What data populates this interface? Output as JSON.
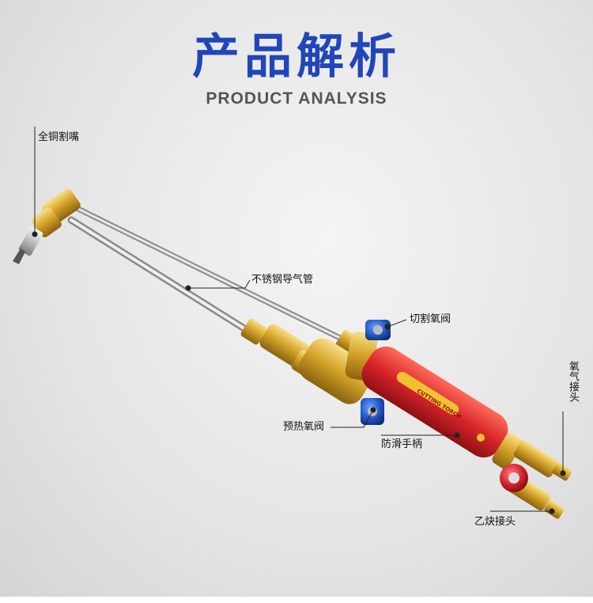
{
  "header": {
    "title": "产品解析",
    "subtitle": "PRODUCT ANALYSIS"
  },
  "callouts": {
    "nozzle": "全铜割嘴",
    "tube": "不锈钢导气管",
    "cut_valve": "切割氧阀",
    "preheat_valve": "预热氧阀",
    "handle": "防滑手柄",
    "oxygen_joint": "氧气接头",
    "acetylene_joint": "乙炔接头"
  },
  "product": {
    "handle_brand_text": "CUTTING TORCH"
  },
  "colors": {
    "title_blue": "#2146b8",
    "handle_red": "#d9262a",
    "brass": "#d4a52a",
    "valve_blue": "#2456c8",
    "steel": "#c8c8c8"
  }
}
